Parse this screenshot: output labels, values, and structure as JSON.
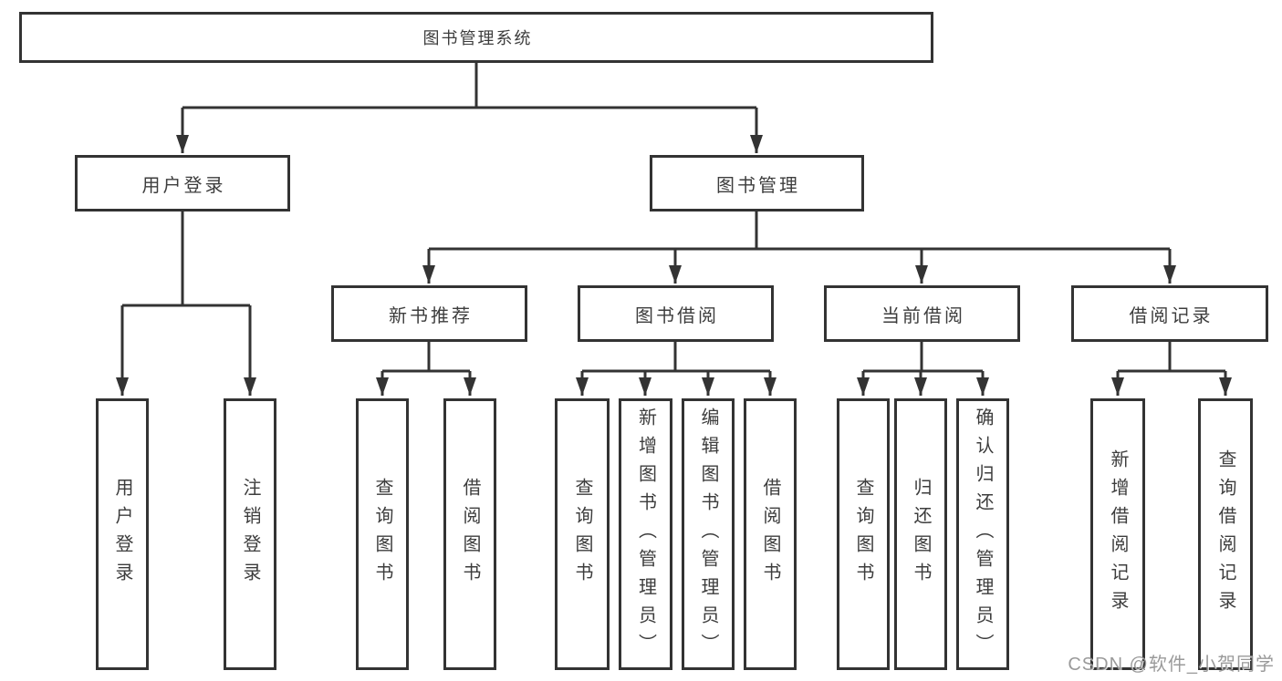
{
  "diagram": {
    "title": "图书管理系统",
    "tree": {
      "root": {
        "label": "图书管理系统"
      },
      "branches": [
        {
          "label": "用户登录",
          "children": [
            {
              "label": "用户登录"
            },
            {
              "label": "注销登录"
            }
          ]
        },
        {
          "label": "图书管理",
          "children": [
            {
              "label": "新书推荐",
              "children": [
                {
                  "label": "查询图书"
                },
                {
                  "label": "借阅图书"
                }
              ]
            },
            {
              "label": "图书借阅",
              "children": [
                {
                  "label": "查询图书"
                },
                {
                  "label": "新增图书（管理员）"
                },
                {
                  "label": "编辑图书（管理员）"
                },
                {
                  "label": "借阅图书"
                }
              ]
            },
            {
              "label": "当前借阅",
              "children": [
                {
                  "label": "查询图书"
                },
                {
                  "label": "归还图书"
                },
                {
                  "label": "确认归还（管理员）"
                }
              ]
            },
            {
              "label": "借阅记录",
              "children": [
                {
                  "label": "新增借阅记录"
                },
                {
                  "label": "查询借阅记录"
                }
              ]
            }
          ]
        }
      ]
    }
  },
  "watermark": {
    "text": "CSDN @软件_小贺同学"
  },
  "colors": {
    "line": "#333333",
    "text": "#3d3d3d",
    "box_fill": "#ffffff",
    "watermark": "#8c8c8c"
  }
}
